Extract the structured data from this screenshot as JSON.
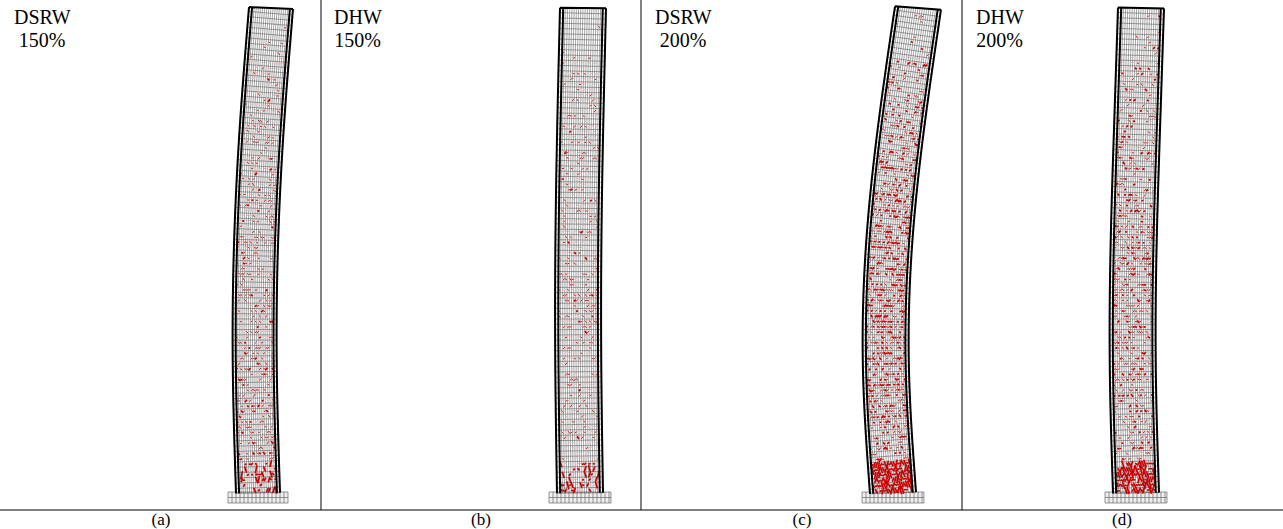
{
  "diagram": {
    "labels": [
      "DSRW 150%",
      "DHW 150%",
      "DSRW 200%",
      "DHW 200%",
      "(a)",
      "(b)",
      "(c)",
      "(d)"
    ]
  }
}
